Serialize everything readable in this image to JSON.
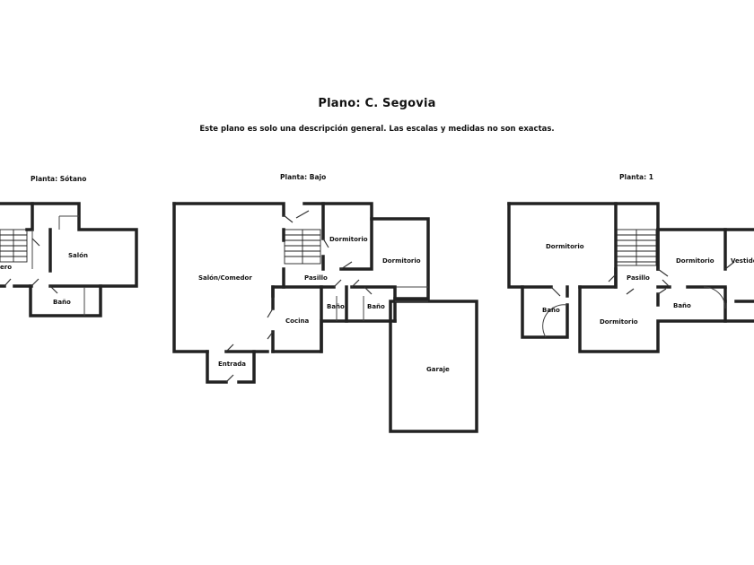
{
  "title": "Plano:  C. Segovia",
  "subtitle": "Este plano es solo una descripción general. Las escalas y medidas no son exactas.",
  "floors": {
    "sotano": {
      "label": "Planta: Sótano",
      "rooms": {
        "salon": "Salón",
        "bano": "Baño",
        "bodega_fragment": "ero"
      }
    },
    "bajo": {
      "label": "Planta: Bajo",
      "rooms": {
        "salon_comedor": "Salón/Comedor",
        "dormitorio_1": "Dormitorio",
        "dormitorio_2": "Dormitorio",
        "pasillo": "Pasillo",
        "bano_1": "Baño",
        "bano_2": "Baño",
        "cocina": "Cocina",
        "entrada": "Entrada",
        "garaje": "Garaje"
      }
    },
    "planta1": {
      "label": "Planta: 1",
      "rooms": {
        "dormitorio_1": "Dormitorio",
        "dormitorio_2": "Dormitorio",
        "vestidor": "Vestido",
        "pasillo": "Pasillo",
        "bano_1": "Baño",
        "bano_2": "Baño",
        "dormitorio_3": "Dormitorio"
      }
    }
  }
}
